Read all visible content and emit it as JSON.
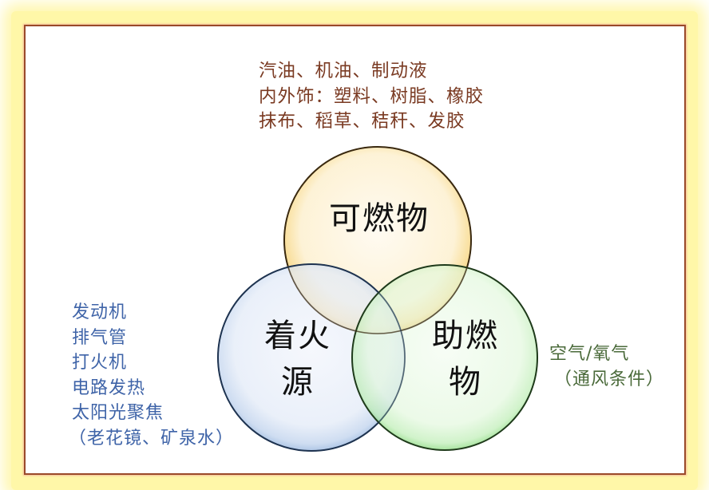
{
  "diagram": {
    "type": "venn",
    "title": "",
    "colors": {
      "frame_border": "#9a4a2a",
      "glow": "#fff7a8",
      "combustible_fill": "#fdf0cf",
      "combustible_stroke": "#e0b040",
      "ignition_fill": "#dfe8f6",
      "ignition_stroke": "#8aaad6",
      "oxidizer_fill": "#def5d8",
      "oxidizer_stroke": "#6ccc60"
    },
    "circles": [
      {
        "id": "combustible",
        "label": "可燃物"
      },
      {
        "id": "ignition",
        "label_line1": "着火",
        "label_line2": "源"
      },
      {
        "id": "oxidizer",
        "label_line1": "助燃",
        "label_line2": "物"
      }
    ],
    "annotations": {
      "combustible": [
        "汽油、机油、制动液",
        "内外饰：塑料、树脂、橡胶",
        "抹布、稻草、秸秆、发胶"
      ],
      "ignition": [
        "发动机",
        "排气管",
        "打火机",
        "电路发热",
        "太阳光聚焦",
        "（老花镜、矿泉水）"
      ],
      "oxidizer": [
        "空气/氧气",
        "（通风条件）"
      ]
    }
  }
}
